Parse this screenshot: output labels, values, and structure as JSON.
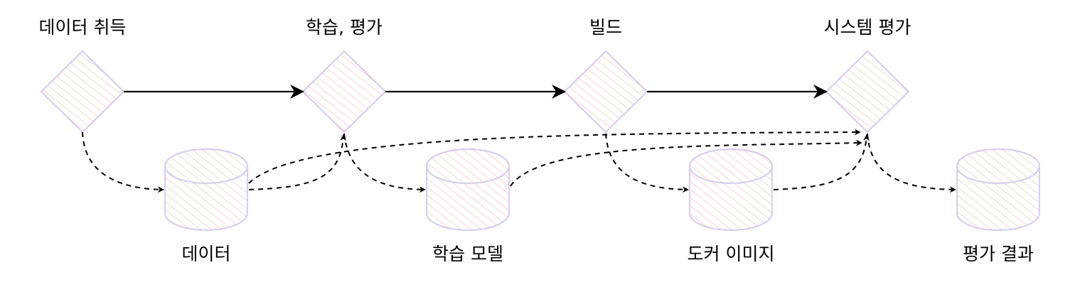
{
  "stages": [
    {
      "label": "데이터 취득"
    },
    {
      "label": "학습, 평가"
    },
    {
      "label": "빌드"
    },
    {
      "label": "시스템 평가"
    }
  ],
  "artifacts": [
    {
      "label": "데이터"
    },
    {
      "label": "학습 모델"
    },
    {
      "label": "도커 이미지"
    },
    {
      "label": "평가 결과"
    }
  ],
  "colors": {
    "outline": "#d6d0ec",
    "hatch": "#f4b2b2",
    "edge": "#000000"
  }
}
